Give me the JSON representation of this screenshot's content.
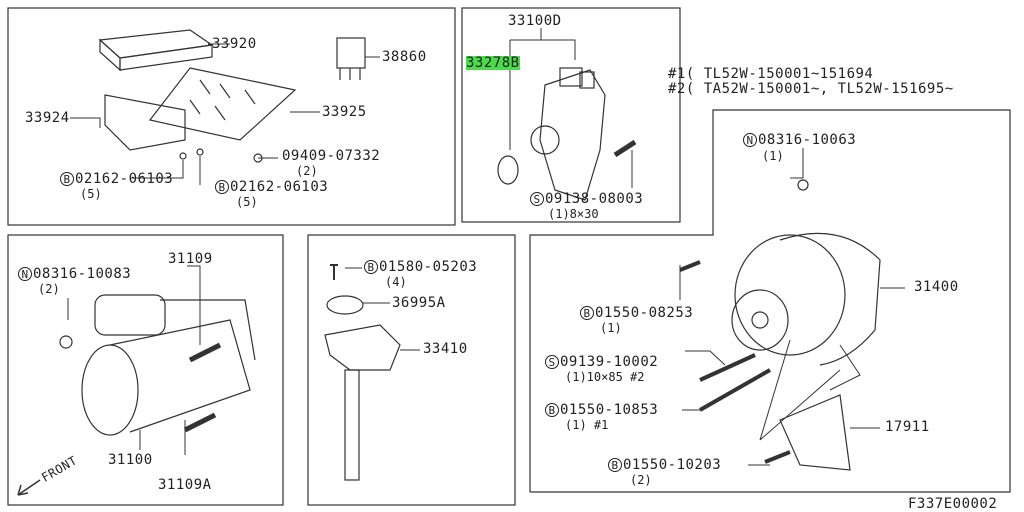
{
  "highlight_color": "#4bdc4b",
  "notes": {
    "n1": "#1( TL52W-150001~151694",
    "n2": "#2( TA52W-150001~, TL52W-151695~"
  },
  "footer_code": "F337E00002",
  "front_label": "FRONT",
  "parts": {
    "p33920": "33920",
    "p38860": "38860",
    "p33925": "33925",
    "p33924": "33924",
    "p09409": {
      "num": "09409-07332",
      "qty": "(2)"
    },
    "p02162a": {
      "prefix": "B",
      "num": "02162-06103",
      "qty": "(5)"
    },
    "p02162b": {
      "prefix": "B",
      "num": "02162-06103",
      "qty": "(5)"
    },
    "p33100D": "33100D",
    "p33278B": "33278B",
    "p09138": {
      "prefix": "S",
      "num": "09138-08003",
      "qty": "(1)8×30"
    },
    "p08316a": {
      "prefix": "N",
      "num": "08316-10063",
      "qty": "(1)"
    },
    "p31400": "31400",
    "p01550a": {
      "prefix": "B",
      "num": "01550-08253",
      "qty": "(1)"
    },
    "p09139": {
      "prefix": "S",
      "num": "09139-10002",
      "qty": "(1)10×85 #2"
    },
    "p01550b": {
      "prefix": "B",
      "num": "01550-10853",
      "qty": "(1) #1"
    },
    "p17911": "17911",
    "p01550c": {
      "prefix": "B",
      "num": "01550-10203",
      "qty": "(2)"
    },
    "p08316b": {
      "prefix": "N",
      "num": "08316-10083",
      "qty": "(2)"
    },
    "p31109": "31109",
    "p31100": "31100",
    "p31109A": "31109A",
    "p01580": {
      "prefix": "B",
      "num": "01580-05203",
      "qty": "(4)"
    },
    "p36995A": "36995A",
    "p33410": "33410"
  }
}
